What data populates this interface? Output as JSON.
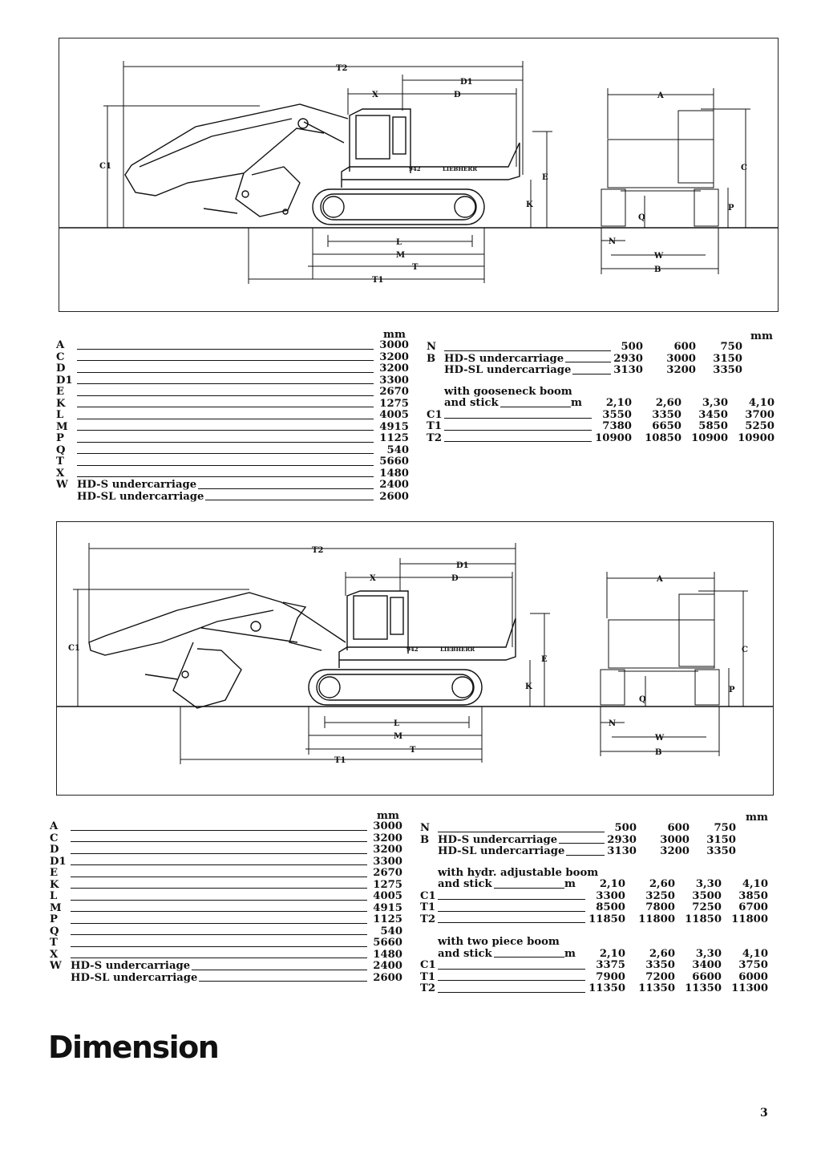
{
  "diagram_labels": {
    "T2": "T2",
    "D1": "D1",
    "X": "X",
    "D": "D",
    "C1": "C1",
    "E": "E",
    "K": "K",
    "L": "L",
    "M": "M",
    "T": "T",
    "T1": "T1",
    "A": "A",
    "C": "C",
    "P": "P",
    "Q": "Q",
    "N": "N",
    "W": "W",
    "B": "B",
    "brand": "LIEBHERR",
    "model": "942"
  },
  "table1": {
    "unit": "mm",
    "left_rows": [
      {
        "code": "A",
        "label": "",
        "value": "3000"
      },
      {
        "code": "C",
        "label": "",
        "value": "3200"
      },
      {
        "code": "D",
        "label": "",
        "value": "3200"
      },
      {
        "code": "D1",
        "label": "",
        "value": "3300"
      },
      {
        "code": "E",
        "label": "",
        "value": "2670"
      },
      {
        "code": "K",
        "label": "",
        "value": "1275"
      },
      {
        "code": "L",
        "label": "",
        "value": "4005"
      },
      {
        "code": "M",
        "label": "",
        "value": "4915"
      },
      {
        "code": "P",
        "label": "",
        "value": "1125"
      },
      {
        "code": "Q",
        "label": "",
        "value": "540"
      },
      {
        "code": "T",
        "label": "",
        "value": "5660"
      },
      {
        "code": "X",
        "label": "",
        "value": "1480"
      },
      {
        "code": "W",
        "label": "HD-S undercarriage",
        "value": "2400"
      },
      {
        "code": "",
        "label": "HD-SL undercarriage",
        "value": "2600"
      }
    ],
    "right_unit": "mm",
    "right_top_rows": [
      {
        "code": "N",
        "label": "",
        "values": [
          "500",
          "600",
          "750"
        ]
      },
      {
        "code": "B",
        "label": "HD-S undercarriage",
        "values": [
          "2930",
          "3000",
          "3150"
        ]
      },
      {
        "code": "",
        "label": "HD-SL undercarriage",
        "values": [
          "3130",
          "3200",
          "3350"
        ]
      }
    ],
    "groups": [
      {
        "title": "with gooseneck boom",
        "stick_label": "and stick",
        "stick_unit": "m",
        "stick_values": [
          "2,10",
          "2,60",
          "3,30",
          "4,10"
        ],
        "rows": [
          {
            "code": "C1",
            "values": [
              "3550",
              "3350",
              "3450",
              "3700"
            ]
          },
          {
            "code": "T1",
            "values": [
              "7380",
              "6650",
              "5850",
              "5250"
            ]
          },
          {
            "code": "T2",
            "values": [
              "10900",
              "10850",
              "10900",
              "10900"
            ]
          }
        ]
      }
    ]
  },
  "table2": {
    "unit": "mm",
    "left_rows": [
      {
        "code": "A",
        "label": "",
        "value": "3000"
      },
      {
        "code": "C",
        "label": "",
        "value": "3200"
      },
      {
        "code": "D",
        "label": "",
        "value": "3200"
      },
      {
        "code": "D1",
        "label": "",
        "value": "3300"
      },
      {
        "code": "E",
        "label": "",
        "value": "2670"
      },
      {
        "code": "K",
        "label": "",
        "value": "1275"
      },
      {
        "code": "L",
        "label": "",
        "value": "4005"
      },
      {
        "code": "M",
        "label": "",
        "value": "4915"
      },
      {
        "code": "P",
        "label": "",
        "value": "1125"
      },
      {
        "code": "Q",
        "label": "",
        "value": "540"
      },
      {
        "code": "T",
        "label": "",
        "value": "5660"
      },
      {
        "code": "X",
        "label": "",
        "value": "1480"
      },
      {
        "code": "W",
        "label": "HD-S undercarriage",
        "value": "2400"
      },
      {
        "code": "",
        "label": "HD-SL undercarriage",
        "value": "2600"
      }
    ],
    "right_unit": "mm",
    "right_top_rows": [
      {
        "code": "N",
        "label": "",
        "values": [
          "500",
          "600",
          "750"
        ]
      },
      {
        "code": "B",
        "label": "HD-S undercarriage",
        "values": [
          "2930",
          "3000",
          "3150"
        ]
      },
      {
        "code": "",
        "label": "HD-SL undercarriage",
        "values": [
          "3130",
          "3200",
          "3350"
        ]
      }
    ],
    "groups": [
      {
        "title": "with hydr. adjustable boom",
        "stick_label": "and stick",
        "stick_unit": "m",
        "stick_values": [
          "2,10",
          "2,60",
          "3,30",
          "4,10"
        ],
        "rows": [
          {
            "code": "C1",
            "values": [
              "3300",
              "3250",
              "3500",
              "3850"
            ]
          },
          {
            "code": "T1",
            "values": [
              "8500",
              "7800",
              "7250",
              "6700"
            ]
          },
          {
            "code": "T2",
            "values": [
              "11850",
              "11800",
              "11850",
              "11800"
            ]
          }
        ]
      },
      {
        "title": "with two piece boom",
        "stick_label": "and stick",
        "stick_unit": "m",
        "stick_values": [
          "2,10",
          "2,60",
          "3,30",
          "4,10"
        ],
        "rows": [
          {
            "code": "C1",
            "values": [
              "3375",
              "3350",
              "3400",
              "3750"
            ]
          },
          {
            "code": "T1",
            "values": [
              "7900",
              "7200",
              "6600",
              "6000"
            ]
          },
          {
            "code": "T2",
            "values": [
              "11350",
              "11350",
              "11350",
              "11300"
            ]
          }
        ]
      }
    ]
  },
  "heading": "Dimension",
  "page_number": "3"
}
